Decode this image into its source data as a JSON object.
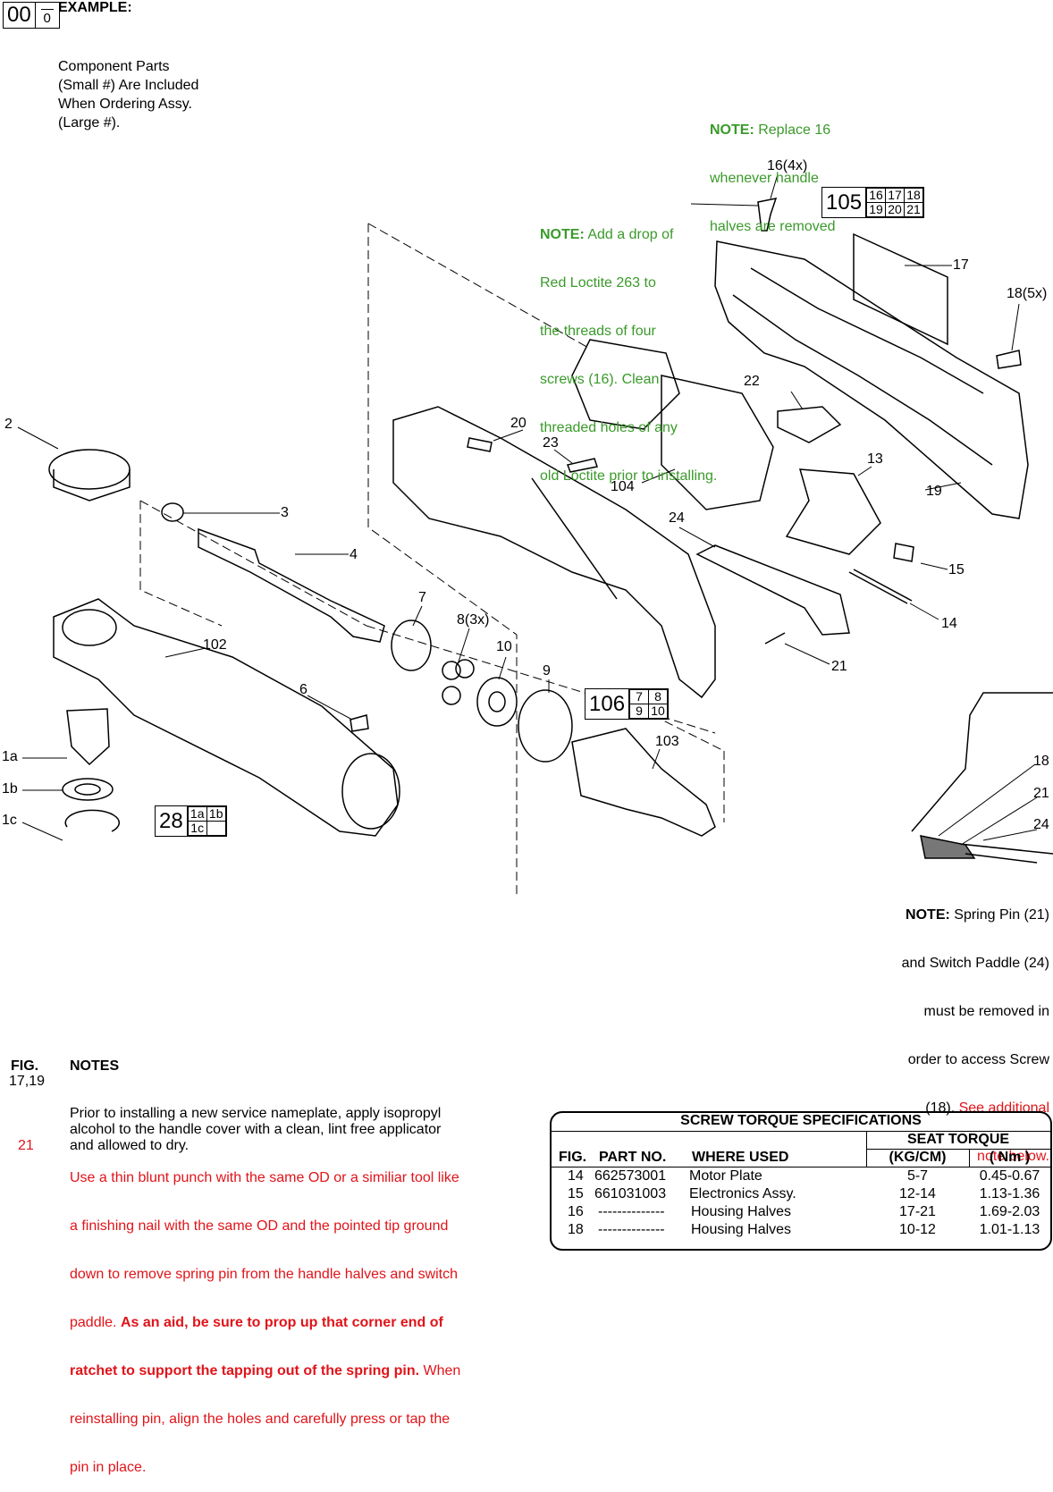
{
  "example": {
    "big_num": "00",
    "small_num": "0",
    "heading": "EXAMPLE:",
    "lines": [
      "Component Parts",
      "(Small #) Are Included",
      "When Ordering Assy.",
      "(Large #)."
    ]
  },
  "note_16": {
    "label": "NOTE:",
    "text": " Replace 16",
    "lines": [
      "whenever handle",
      "halves are removed"
    ]
  },
  "note_loctite": {
    "label": "NOTE:",
    "text": " Add a drop of",
    "lines": [
      "Red Loctite 263 to",
      "the threads of four",
      "screws (16). Clean",
      "threaded holes of any",
      "old Loctite prior to installing."
    ]
  },
  "assemblies": [
    {
      "num": "105",
      "parts": [
        [
          "16",
          "17",
          "18"
        ],
        [
          "19",
          "20",
          "21"
        ]
      ]
    },
    {
      "num": "106",
      "parts": [
        [
          "7",
          "8"
        ],
        [
          "9",
          "10"
        ]
      ]
    },
    {
      "num": "28",
      "parts": [
        [
          "1a",
          "1b"
        ],
        [
          "1c",
          ""
        ]
      ]
    }
  ],
  "callouts": {
    "c16": "16(4x)",
    "c17": "17",
    "c18": "18(5x)",
    "c22": "22",
    "c13": "13",
    "c19": "19",
    "c2": "2",
    "c20": "20",
    "c23": "23",
    "c104": "104",
    "c3": "3",
    "c4": "4",
    "c24": "24",
    "c15": "15",
    "c14": "14",
    "c21": "21",
    "c7": "7",
    "c8": "8(3x)",
    "c10": "10",
    "c102": "102",
    "c6": "6",
    "c9": "9",
    "c103": "103",
    "c1a": "1a",
    "c1b": "1b",
    "c1c": "1c",
    "d18": "18",
    "d21": "21",
    "d24": "24"
  },
  "note_spring": {
    "label": "NOTE:",
    "text": " Spring Pin (21)",
    "lines": [
      "and Switch Paddle (24)",
      "must be removed in",
      "order to access Screw"
    ],
    "last_black": "(18). ",
    "last_red": "See additional",
    "red_line": "note below."
  },
  "notes": {
    "fig_header": "FIG.",
    "notes_header": "NOTES",
    "n1_fig": "17,19",
    "n1_lines": [
      "Prior to installing a new service nameplate, apply isopropyl",
      "alcohol to the handle cover with a clean, lint free applicator",
      "and allowed to dry."
    ],
    "n2_fig": "21",
    "n2_lines": [
      "Use a thin blunt punch with the same OD or a similiar tool like",
      "a finishing nail with the same OD and the pointed tip ground",
      "down to remove spring pin from the handle halves and switch"
    ],
    "n2_l4a": "paddle. ",
    "n2_l4b": "As an aid, be sure to prop up that corner end of",
    "n2_l5a": "ratchet to support the tapping out of the spring pin.",
    "n2_l5b": " When",
    "n2_l6": "reinstalling pin, align the holes and carefully press or tap the",
    "n2_l7": "pin in place."
  },
  "torque_table": {
    "title": "SCREW TORQUE SPECIFICATIONS",
    "seat": "SEAT TORQUE",
    "headers": [
      "FIG.",
      "PART NO.",
      "WHERE USED",
      "(KG/CM)",
      "( Nm )"
    ],
    "rows": [
      [
        "14",
        "662573001",
        "Motor Plate",
        "5-7",
        "0.45-0.67"
      ],
      [
        "15",
        "661031003",
        "Electronics Assy.",
        "12-14",
        "1.13-1.36"
      ],
      [
        "16",
        "--------------",
        "Housing Halves",
        "17-21",
        "1.69-2.03"
      ],
      [
        "18",
        "--------------",
        "Housing Halves",
        "10-12",
        "1.01-1.13"
      ]
    ]
  }
}
